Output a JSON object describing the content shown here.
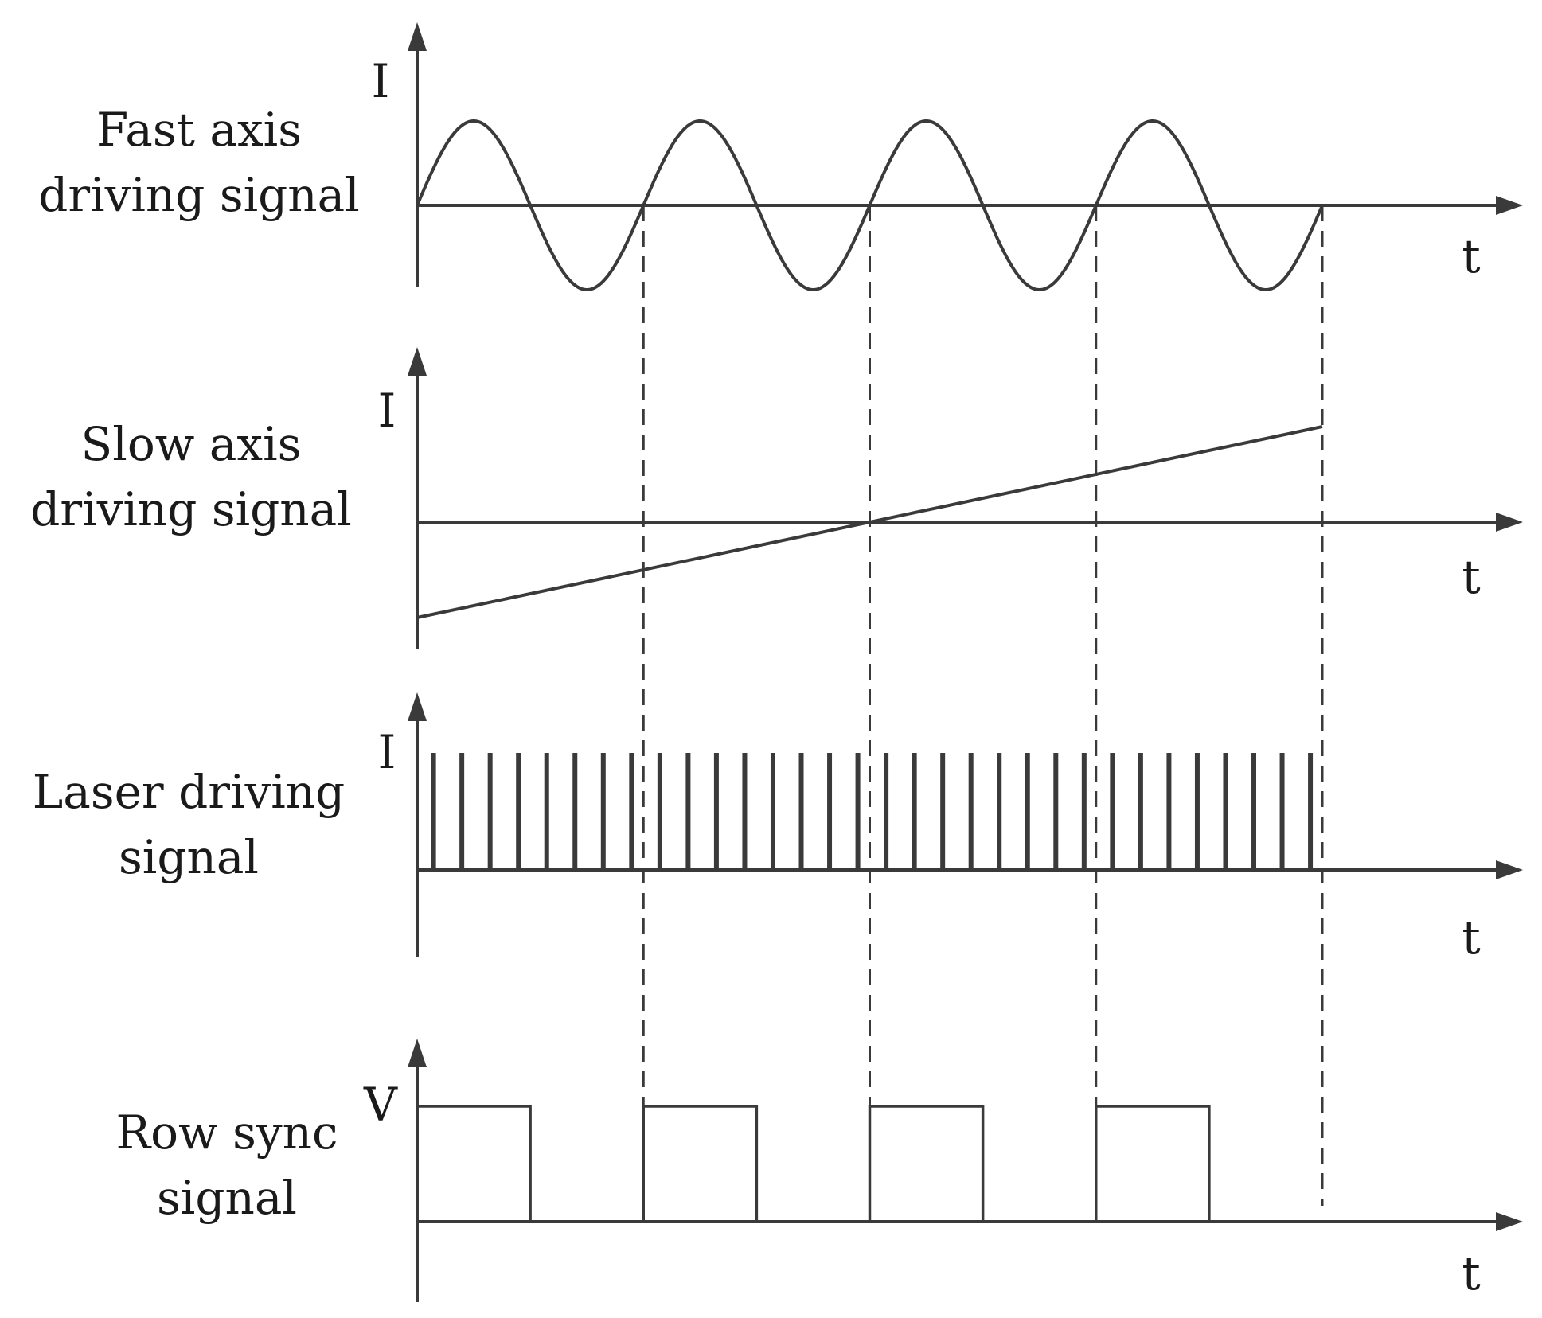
{
  "panels": [
    {
      "id": "fast",
      "label_lines": [
        "Fast axis",
        "driving signal"
      ],
      "y_axis": "I",
      "x_axis": "t",
      "waveform": "sine",
      "cycles": 4
    },
    {
      "id": "slow",
      "label_lines": [
        "Slow axis",
        "driving  signal"
      ],
      "y_axis": "I",
      "x_axis": "t",
      "waveform": "ramp",
      "start_level": -0.8,
      "end_level": 0.8
    },
    {
      "id": "laser",
      "label_lines": [
        "Laser driving",
        "signal"
      ],
      "y_axis": "I",
      "x_axis": "t",
      "waveform": "pulse-train",
      "pulses_per_cycle": 8,
      "cycles": 4
    },
    {
      "id": "sync",
      "label_lines": [
        "Row sync",
        "signal"
      ],
      "y_axis": "V",
      "x_axis": "t",
      "waveform": "square",
      "cycles": 4,
      "duty_cycle": 0.5
    }
  ],
  "colors": {
    "stroke": "#3a3a3a",
    "text": "#1a1a1a",
    "background": "#ffffff"
  }
}
